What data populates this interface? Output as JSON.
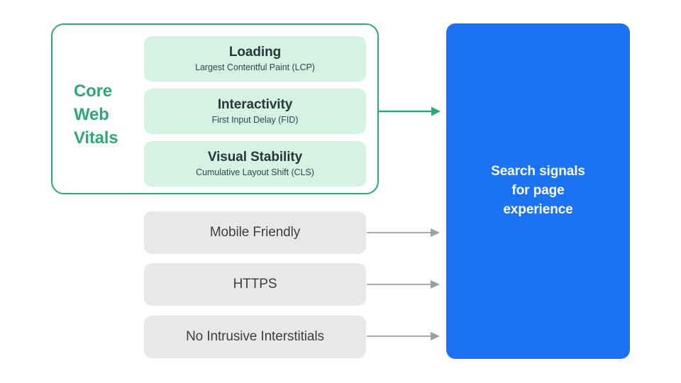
{
  "diagram": {
    "title": "Search signals for page experience",
    "colors": {
      "green": "#2FA877",
      "mint": "#D5F2E3",
      "gray": "#E8E8E9",
      "blue": "#1B72F2",
      "arrow_gray": "#9AA0A6",
      "text_dark": "#27383A",
      "text_gray": "#3B4043",
      "white": "#FFFFFF"
    }
  },
  "core_web_vitals": {
    "label_lines": [
      "Core",
      "Web",
      "Vitals"
    ],
    "label_full": "Core Web Vitals",
    "cards": [
      {
        "title": "Loading",
        "subtitle": "Largest Contentful Paint (LCP)",
        "abbr": "LCP"
      },
      {
        "title": "Interactivity",
        "subtitle": "First Input Delay (FID)",
        "abbr": "FID"
      },
      {
        "title": "Visual Stability",
        "subtitle": "Cumulative Layout Shift (CLS)",
        "abbr": "CLS"
      }
    ]
  },
  "other_signals": [
    {
      "label": "Mobile Friendly"
    },
    {
      "label": "HTTPS"
    },
    {
      "label": "No Intrusive Interstitials"
    }
  ],
  "destination": {
    "lines": [
      "Search signals",
      "for page",
      "experience"
    ],
    "full": "Search signals for page experience"
  },
  "connectors": [
    {
      "name": "core-web-vitals-arrow",
      "color": "#2FA877",
      "from": "core-web-vitals-container",
      "to": "search-signals-box"
    },
    {
      "name": "mobile-friendly-arrow",
      "color": "#9AA0A6",
      "from": "signal-card-mobile-friendly",
      "to": "search-signals-box"
    },
    {
      "name": "https-arrow",
      "color": "#9AA0A6",
      "from": "signal-card-https",
      "to": "search-signals-box"
    },
    {
      "name": "no-intrusive-interstitials-arrow",
      "color": "#9AA0A6",
      "from": "signal-card-no-intrusive-interstitials",
      "to": "search-signals-box"
    }
  ]
}
